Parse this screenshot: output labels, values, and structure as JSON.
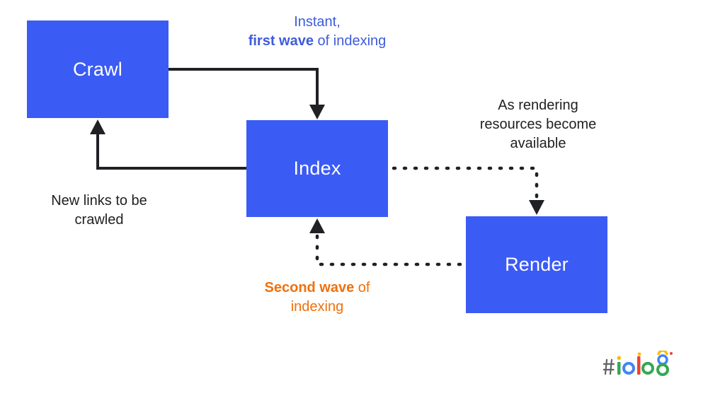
{
  "boxes": {
    "crawl": "Crawl",
    "index": "Index",
    "render": "Render"
  },
  "labels": {
    "first_wave_line1": "Instant,",
    "first_wave_bold": "first wave",
    "first_wave_rest": " of indexing",
    "rendering_line1": "As rendering",
    "rendering_line2": "resources become",
    "rendering_line3": "available",
    "new_links_line1": "New links to be",
    "new_links_line2": "crawled",
    "second_wave_bold": "Second wave",
    "second_wave_rest": " of",
    "second_wave_line2": "indexing"
  },
  "logo": {
    "name": "google-io-18-logo"
  },
  "colors": {
    "box_fill": "#3B5BF5",
    "first_wave_text": "#3D5CDB",
    "second_wave_text": "#F0700C",
    "arrow": "#202124"
  }
}
